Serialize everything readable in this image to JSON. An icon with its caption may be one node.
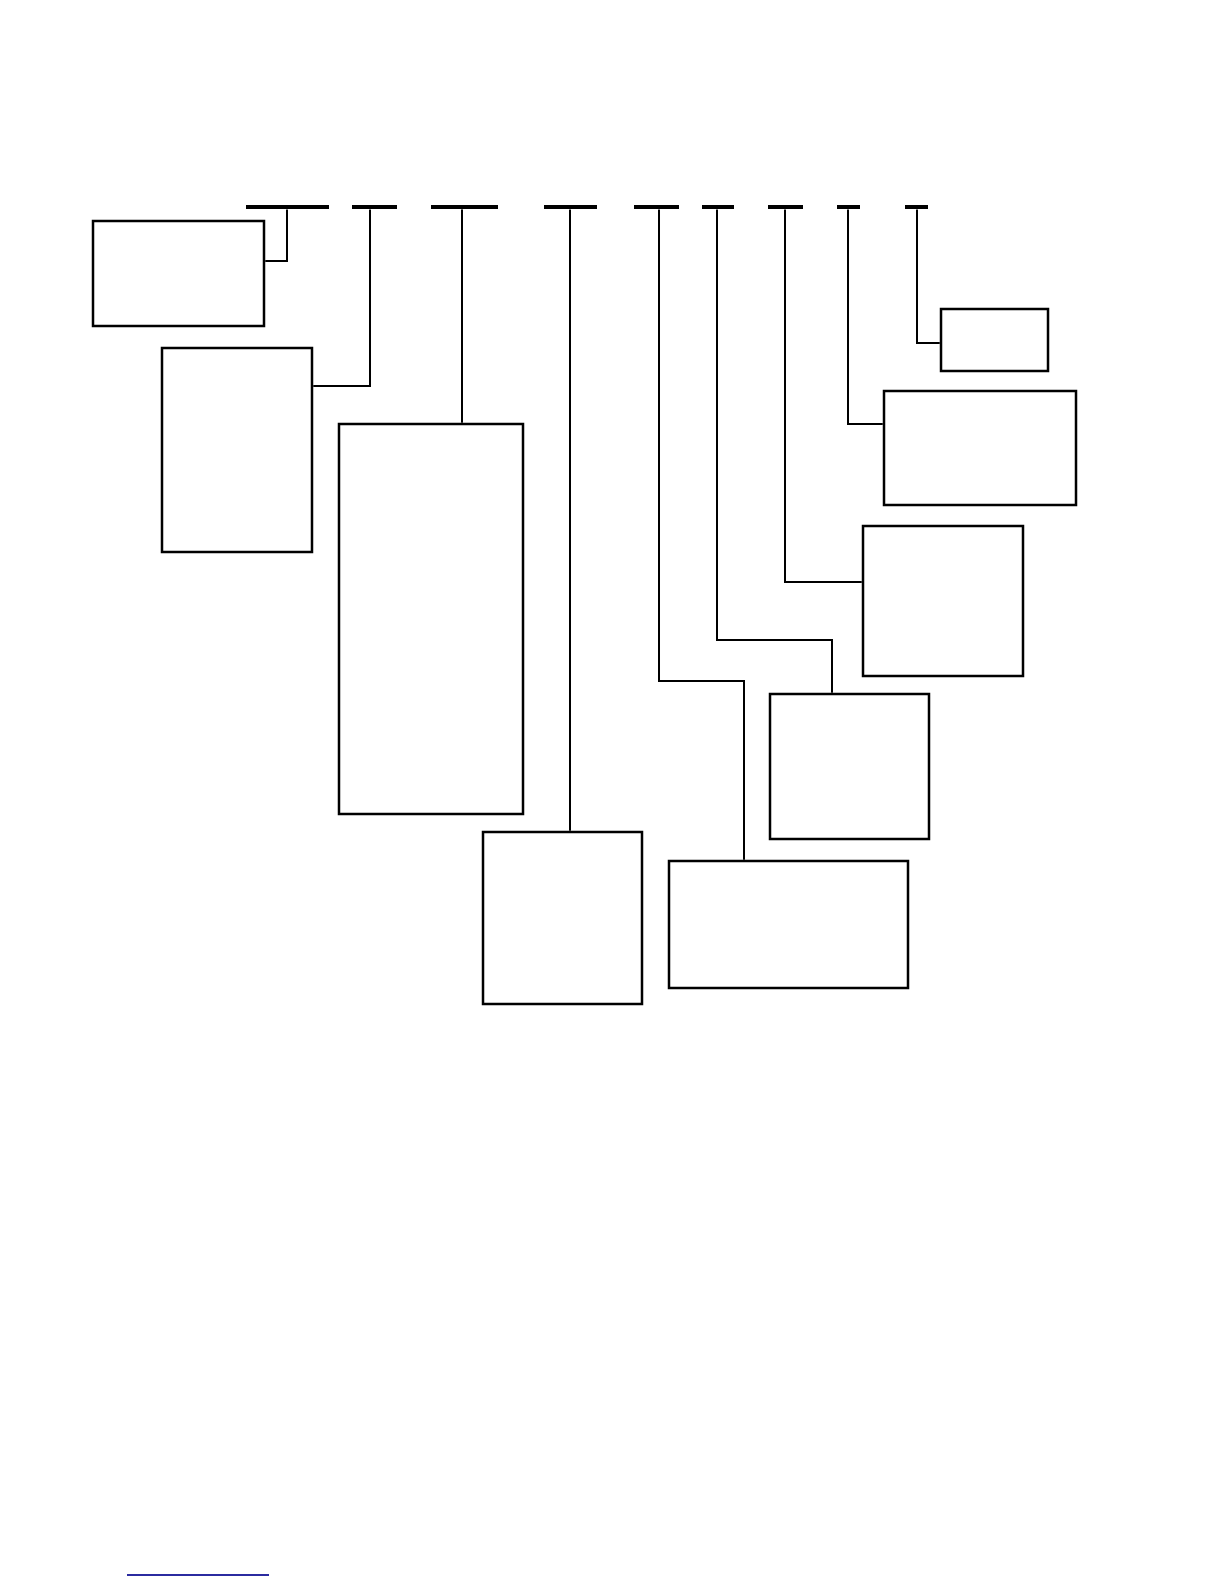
{
  "diagram": {
    "nodes": [
      {
        "text": [],
        "shape": "bar"
      },
      {
        "text": [],
        "shape": "bar"
      },
      {
        "text": [],
        "shape": "bar"
      },
      {
        "text": [],
        "shape": "bar"
      },
      {
        "text": [],
        "shape": "bar"
      },
      {
        "text": [],
        "shape": "bar"
      },
      {
        "text": [],
        "shape": "bar"
      },
      {
        "text": [],
        "shape": "bar"
      },
      {
        "text": [],
        "shape": "bar"
      },
      {
        "text": [],
        "shape": "box"
      },
      {
        "text": [],
        "shape": "box"
      },
      {
        "text": [],
        "shape": "box"
      },
      {
        "text": [],
        "shape": "box"
      },
      {
        "text": [],
        "shape": "box"
      },
      {
        "text": [],
        "shape": "box"
      },
      {
        "text": [],
        "shape": "box"
      },
      {
        "text": [],
        "shape": "box"
      },
      {
        "text": [],
        "shape": "box"
      }
    ],
    "edges": [
      {
        "from": 0,
        "to": 9,
        "arrow": "none"
      },
      {
        "from": 1,
        "to": 10,
        "arrow": "none"
      },
      {
        "from": 2,
        "to": 11,
        "arrow": "none"
      },
      {
        "from": 3,
        "to": 12,
        "arrow": "none"
      },
      {
        "from": 4,
        "to": 13,
        "arrow": "none"
      },
      {
        "from": 5,
        "to": 14,
        "arrow": "none"
      },
      {
        "from": 6,
        "to": 15,
        "arrow": "none"
      },
      {
        "from": 7,
        "to": 16,
        "arrow": "none"
      },
      {
        "from": 8,
        "to": 17,
        "arrow": "none"
      }
    ]
  }
}
